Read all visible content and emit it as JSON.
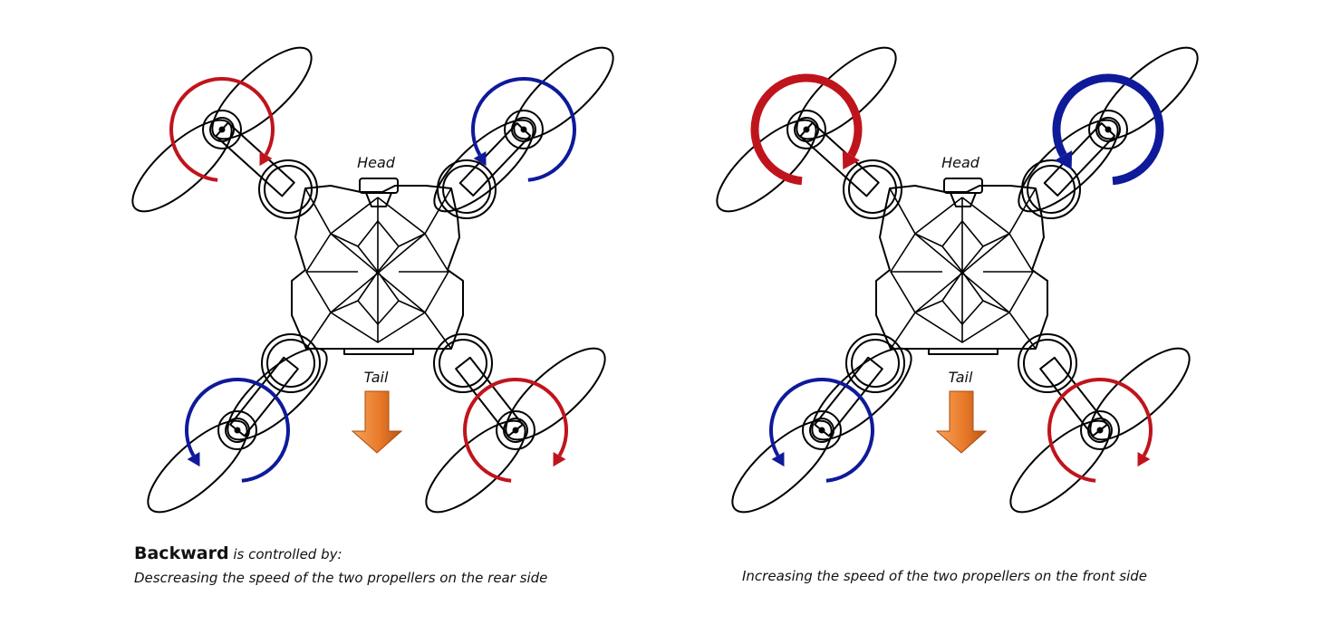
{
  "labels": {
    "head": "Head",
    "tail": "Tail"
  },
  "caption": {
    "title_bold": "Backward",
    "title_rest": "is controlled by:",
    "left": "Descreasing the speed of the two propellers on the rear side",
    "right": "Increasing the speed of the two propellers on the front side"
  },
  "colors": {
    "clockwise": "#c0141c",
    "counterclockwise": "#0e1a9a",
    "arrow": "#e97a2a"
  },
  "icons": {
    "direction": "down-arrow-icon"
  },
  "drones": [
    {
      "id": "left",
      "front_rings": "thin",
      "rear_rings": "thin"
    },
    {
      "id": "right",
      "front_rings": "thick",
      "rear_rings": "thin"
    }
  ]
}
